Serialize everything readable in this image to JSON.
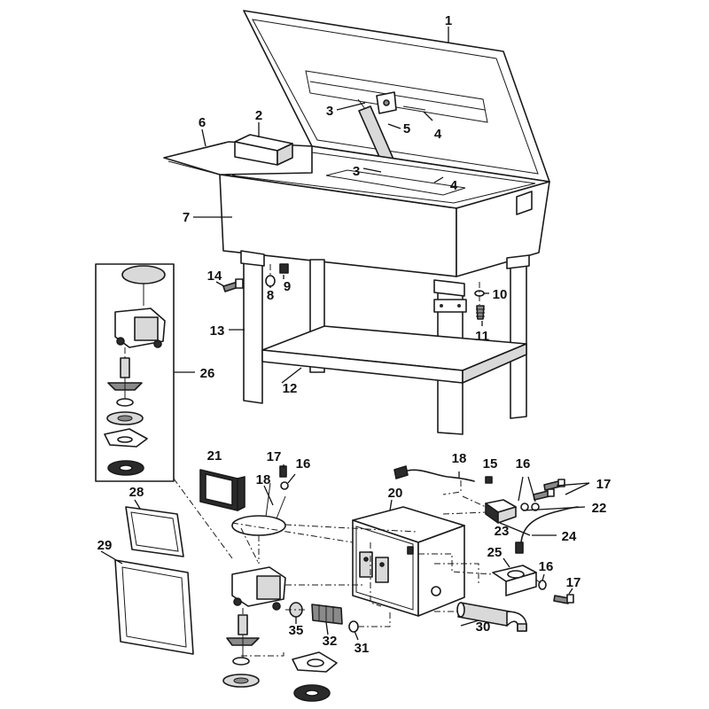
{
  "callouts": [
    {
      "id": "c1",
      "text": "1"
    },
    {
      "id": "c2",
      "text": "2"
    },
    {
      "id": "c3a",
      "text": "3"
    },
    {
      "id": "c3b",
      "text": "3"
    },
    {
      "id": "c4a",
      "text": "4"
    },
    {
      "id": "c4b",
      "text": "4"
    },
    {
      "id": "c5",
      "text": "5"
    },
    {
      "id": "c6",
      "text": "6"
    },
    {
      "id": "c7",
      "text": "7"
    },
    {
      "id": "c8",
      "text": "8"
    },
    {
      "id": "c9",
      "text": "9"
    },
    {
      "id": "c10",
      "text": "10"
    },
    {
      "id": "c11",
      "text": "11"
    },
    {
      "id": "c12",
      "text": "12"
    },
    {
      "id": "c13",
      "text": "13"
    },
    {
      "id": "c14",
      "text": "14"
    },
    {
      "id": "c15",
      "text": "15"
    },
    {
      "id": "c16a",
      "text": "16"
    },
    {
      "id": "c16b",
      "text": "16"
    },
    {
      "id": "c16c",
      "text": "16"
    },
    {
      "id": "c17a",
      "text": "17"
    },
    {
      "id": "c17b",
      "text": "17"
    },
    {
      "id": "c17c",
      "text": "17"
    },
    {
      "id": "c18a",
      "text": "18"
    },
    {
      "id": "c18b",
      "text": "18"
    },
    {
      "id": "c20",
      "text": "20"
    },
    {
      "id": "c21",
      "text": "21"
    },
    {
      "id": "c22",
      "text": "22"
    },
    {
      "id": "c23",
      "text": "23"
    },
    {
      "id": "c24",
      "text": "24"
    },
    {
      "id": "c25",
      "text": "25"
    },
    {
      "id": "c26",
      "text": "26"
    },
    {
      "id": "c28",
      "text": "28"
    },
    {
      "id": "c29",
      "text": "29"
    },
    {
      "id": "c30",
      "text": "30"
    },
    {
      "id": "c31",
      "text": "31"
    },
    {
      "id": "c32",
      "text": "32"
    },
    {
      "id": "c35",
      "text": "35"
    }
  ]
}
